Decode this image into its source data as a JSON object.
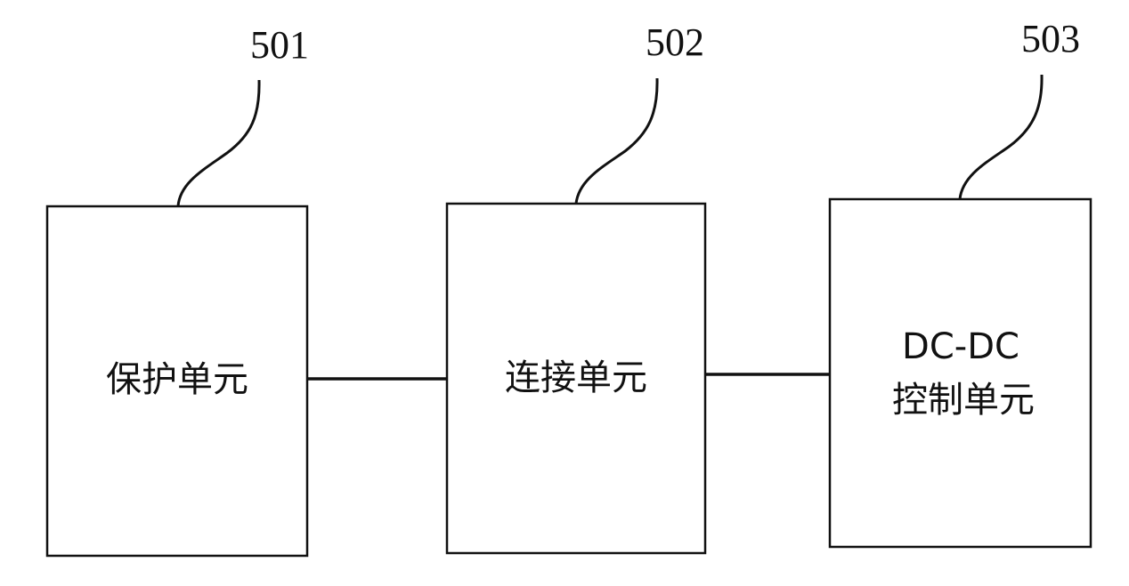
{
  "blocks": [
    {
      "ref": "501",
      "lines": [
        "保护单元"
      ]
    },
    {
      "ref": "502",
      "lines": [
        "连接单元"
      ]
    },
    {
      "ref": "503",
      "lines": [
        "DC-DC",
        "控制单元"
      ]
    }
  ],
  "colors": {
    "stroke": "#111111",
    "background": "#ffffff"
  }
}
